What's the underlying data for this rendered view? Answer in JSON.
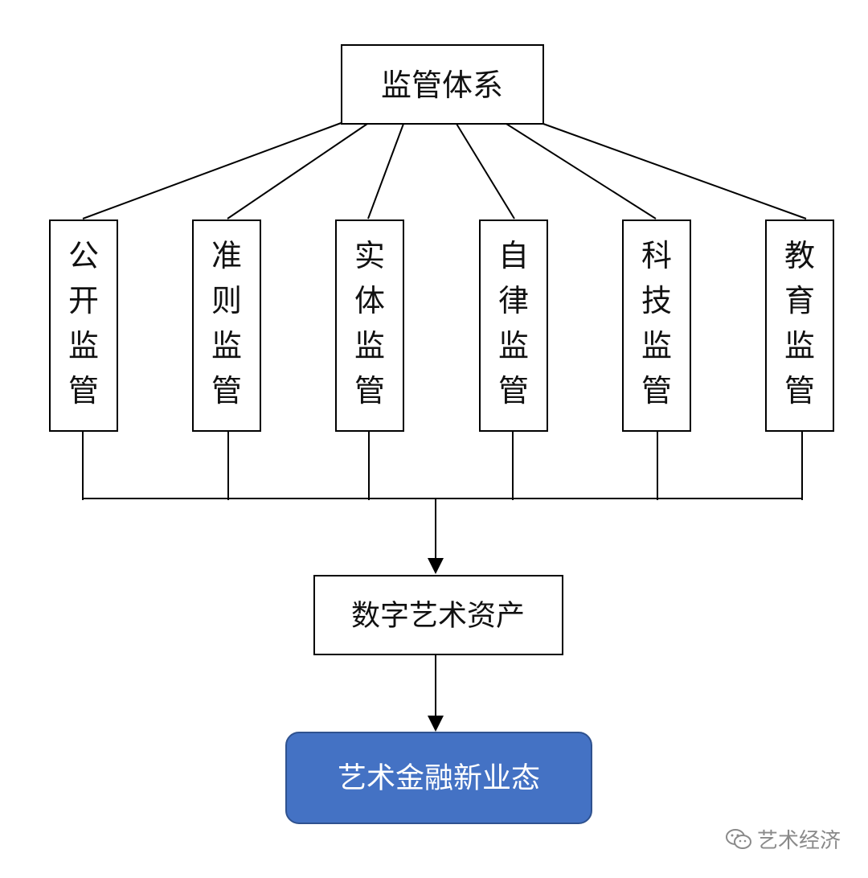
{
  "top": {
    "label": "监管体系"
  },
  "categories": [
    {
      "id": "open",
      "label": "公开监管"
    },
    {
      "id": "standard",
      "label": "准则监管"
    },
    {
      "id": "entity",
      "label": "实体监管"
    },
    {
      "id": "selfdisc",
      "label": "自律监管"
    },
    {
      "id": "tech",
      "label": "科技监管"
    },
    {
      "id": "edu",
      "label": "教育监管"
    }
  ],
  "middle": {
    "label": "数字艺术资产"
  },
  "bottom": {
    "label": "艺术金融新业态"
  },
  "colors": {
    "bottom_fill": "#4472c4",
    "bottom_stroke": "#2f528f",
    "bottom_text": "#ffffff",
    "line": "#000000"
  },
  "watermark": {
    "icon": "wechat-icon",
    "text": "艺术经济"
  }
}
